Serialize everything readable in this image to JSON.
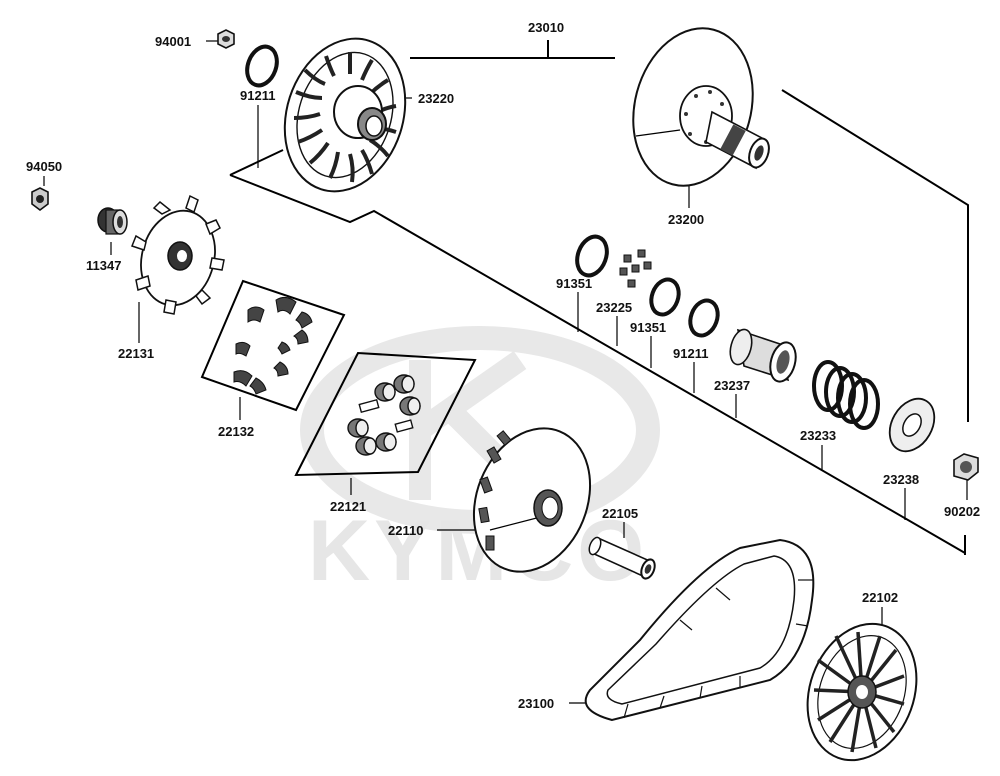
{
  "watermark": {
    "brand": "KYMCO",
    "color": "#e4e4e4"
  },
  "labels": {
    "p94001": "94001",
    "p91211a": "91211",
    "p23220": "23220",
    "p23010": "23010",
    "p94050": "94050",
    "p11347": "11347",
    "p22131": "22131",
    "p22132": "22132",
    "p22121": "22121",
    "p22110": "22110",
    "p23200": "23200",
    "p91351a": "91351",
    "p23225": "23225",
    "p91351b": "91351",
    "p91211b": "91211",
    "p23237": "23237",
    "p23233": "23233",
    "p23238": "23238",
    "p90202": "90202",
    "p22105": "22105",
    "p22102": "22102",
    "p23100": "23100"
  },
  "colors": {
    "line": "#000000",
    "part_fill": "#ffffff",
    "shade": "#555555",
    "dark": "#222222"
  }
}
